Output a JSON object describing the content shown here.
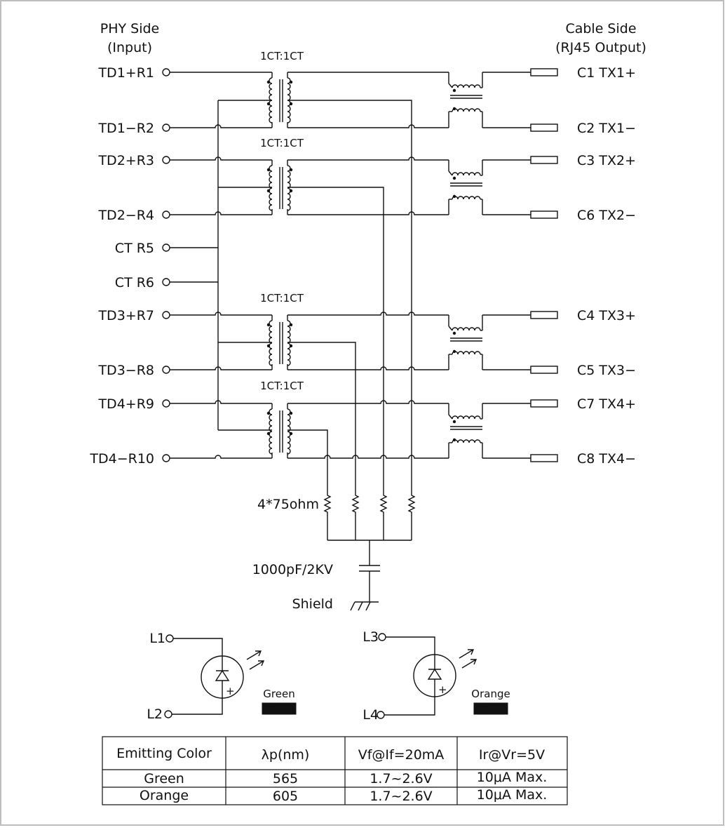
{
  "header": {
    "phy_side": "PHY Side",
    "phy_input": "(Input)",
    "cable_side": "Cable Side",
    "cable_output": "(RJ45 Output)"
  },
  "left_pins": [
    "TD1+R1",
    "TD1−R2",
    "TD2+R3",
    "TD2−R4",
    "CT R5",
    "CT R6",
    "TD3+R7",
    "TD3−R8",
    "TD4+R9",
    "TD4−R10"
  ],
  "right_pins": [
    "C1 TX1+",
    "C2 TX1−",
    "C3 TX2+",
    "C6 TX2−",
    "C4 TX3+",
    "C5 TX3−",
    "C7 TX4+",
    "C8 TX4−"
  ],
  "transformer_ratio": "1CT:1CT",
  "resistors_label": "4*75ohm",
  "capacitor_label": "1000pF/2KV",
  "shield_label": "Shield",
  "leds": [
    {
      "top_pin": "L1",
      "bottom_pin": "L2",
      "color_label": "Green"
    },
    {
      "top_pin": "L3",
      "bottom_pin": "L4",
      "color_label": "Orange"
    }
  ],
  "table": {
    "headers": [
      "Emitting Color",
      "λp(nm)",
      "Vf@If=20mA",
      "Ir@Vr=5V"
    ],
    "rows": [
      [
        "Green",
        "565",
        "1.7~2.6V",
        "10μA Max."
      ],
      [
        "Orange",
        "605",
        "1.7~2.6V",
        "10μA Max."
      ]
    ]
  }
}
